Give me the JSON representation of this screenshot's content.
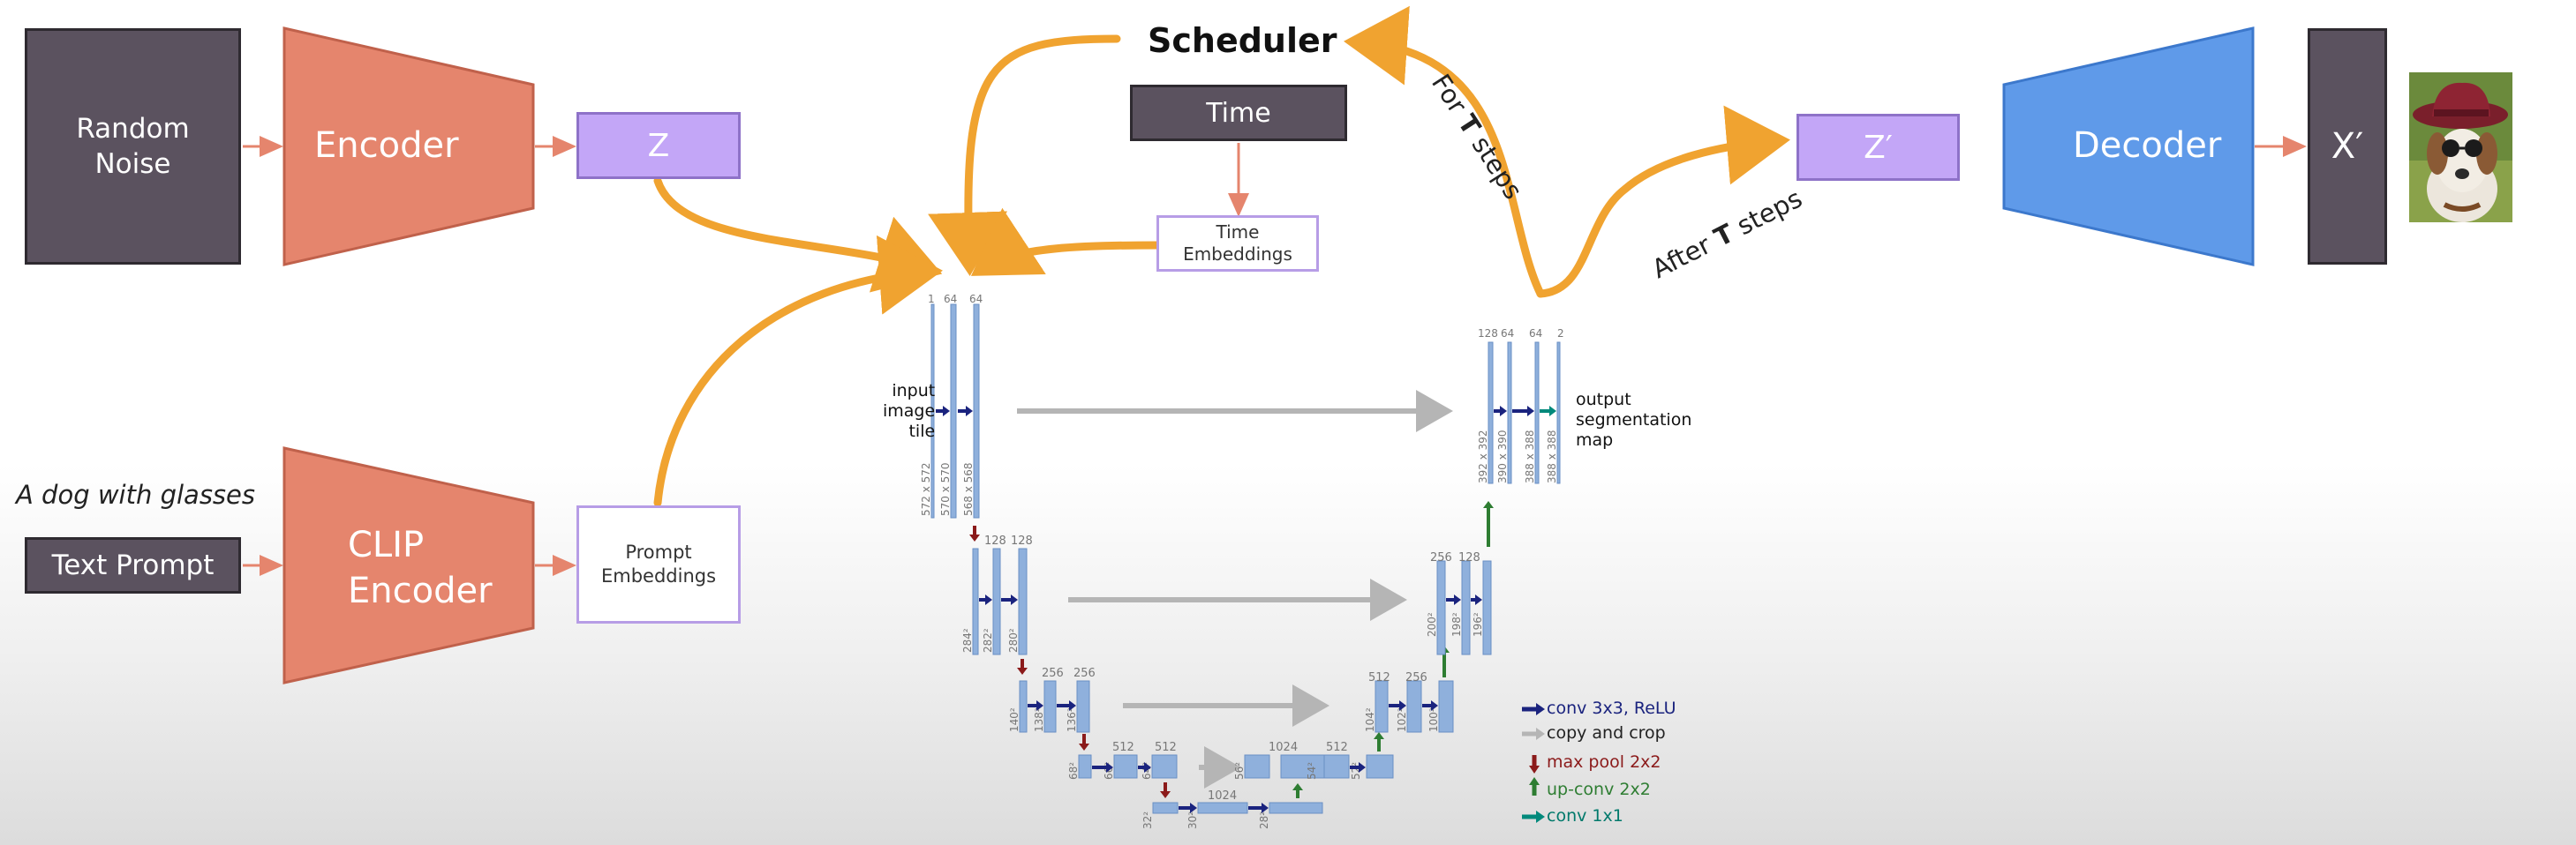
{
  "left_pipeline": {
    "random_noise": "Random\nNoise",
    "encoder": "Encoder",
    "z": "Z",
    "prompt_caption": "A dog with glasses",
    "text_prompt": "Text Prompt",
    "clip_encoder": "CLIP\nEncoder",
    "prompt_embeddings": "Prompt\nEmbeddings"
  },
  "center": {
    "scheduler": "Scheduler",
    "time": "Time",
    "time_embeddings": "Time\nEmbeddings"
  },
  "right_pipeline": {
    "for_t_steps": {
      "pre": "For ",
      "bold": "T",
      "post": " steps"
    },
    "after_t_steps": {
      "pre": "After ",
      "bold": "T",
      "post": " steps"
    },
    "z_prime": "Z′",
    "decoder": "Decoder",
    "x_prime": "X′"
  },
  "unet": {
    "input_label": "input\nimage\ntile",
    "output_label": "output\nsegmentation\nmap",
    "level1": {
      "channels": [
        "1",
        "64",
        "64"
      ],
      "sizes": [
        "572 x 572",
        "570 x 570",
        "568 x 568"
      ]
    },
    "level2": {
      "channels": [
        "128",
        "128"
      ],
      "sizes": [
        "284²",
        "282²",
        "280²"
      ]
    },
    "level3": {
      "channels": [
        "256",
        "256"
      ],
      "sizes": [
        "140²",
        "138²",
        "136²"
      ]
    },
    "level4": {
      "channels": [
        "512",
        "512"
      ],
      "sizes": [
        "68²",
        "66²",
        "64²"
      ]
    },
    "bottom": {
      "channels": [
        "1024"
      ],
      "sizes": [
        "32²",
        "30²",
        "28²"
      ]
    },
    "up4": {
      "channels": [
        "1024",
        "512"
      ],
      "sizes": [
        "56²",
        "54²",
        "52²"
      ]
    },
    "up3": {
      "channels": [
        "512",
        "256"
      ],
      "sizes": [
        "104²",
        "102²",
        "100²"
      ]
    },
    "up2": {
      "channels": [
        "256",
        "128"
      ],
      "sizes": [
        "200²",
        "198²",
        "196²"
      ]
    },
    "up1": {
      "channels": [
        "128",
        "64",
        "64",
        "2"
      ],
      "sizes": [
        "392 x 392",
        "390 x 390",
        "388 x 388",
        "388 x 388"
      ]
    }
  },
  "legend": [
    {
      "text": "conv 3x3, ReLU",
      "color": "#1a237e"
    },
    {
      "text": "copy and crop",
      "color": "#222222"
    },
    {
      "text": "max pool 2x2",
      "color": "#8b1a1a"
    },
    {
      "text": "up-conv 2x2",
      "color": "#2e7d32"
    },
    {
      "text": "conv 1x1",
      "color": "#00796b"
    }
  ],
  "colors": {
    "orange": "#f0a330",
    "salmon": "#e5856d",
    "blue": "#5f9ae9",
    "dark": "#5b525f",
    "purple": "#c3a6f7",
    "unet_bar": "#8fb0dc",
    "unet_bar_dark": "#6a8fc4"
  }
}
